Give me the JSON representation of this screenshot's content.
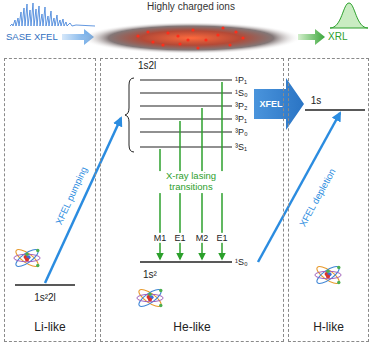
{
  "diagram": {
    "nodes": [
      {
        "text": [
          "Highly charged ions"
        ]
      },
      {
        "text": [
          "Li-like"
        ]
      },
      {
        "text": [
          "He-like"
        ]
      },
      {
        "text": [
          "H-like"
        ]
      }
    ],
    "labels": [
      "SASE XFEL",
      "XRL",
      "XFEL pumping",
      "1s²2l",
      "1s2l",
      "¹P₁",
      "¹S₀",
      "³P₂",
      "³P₁",
      "³P₀",
      "³S₁",
      "X-ray lasing transitions",
      "M1",
      "E1",
      "M2",
      "E1",
      "1s²",
      "¹S₀",
      "XFEL",
      "1s",
      "XFEL depletion"
    ]
  }
}
